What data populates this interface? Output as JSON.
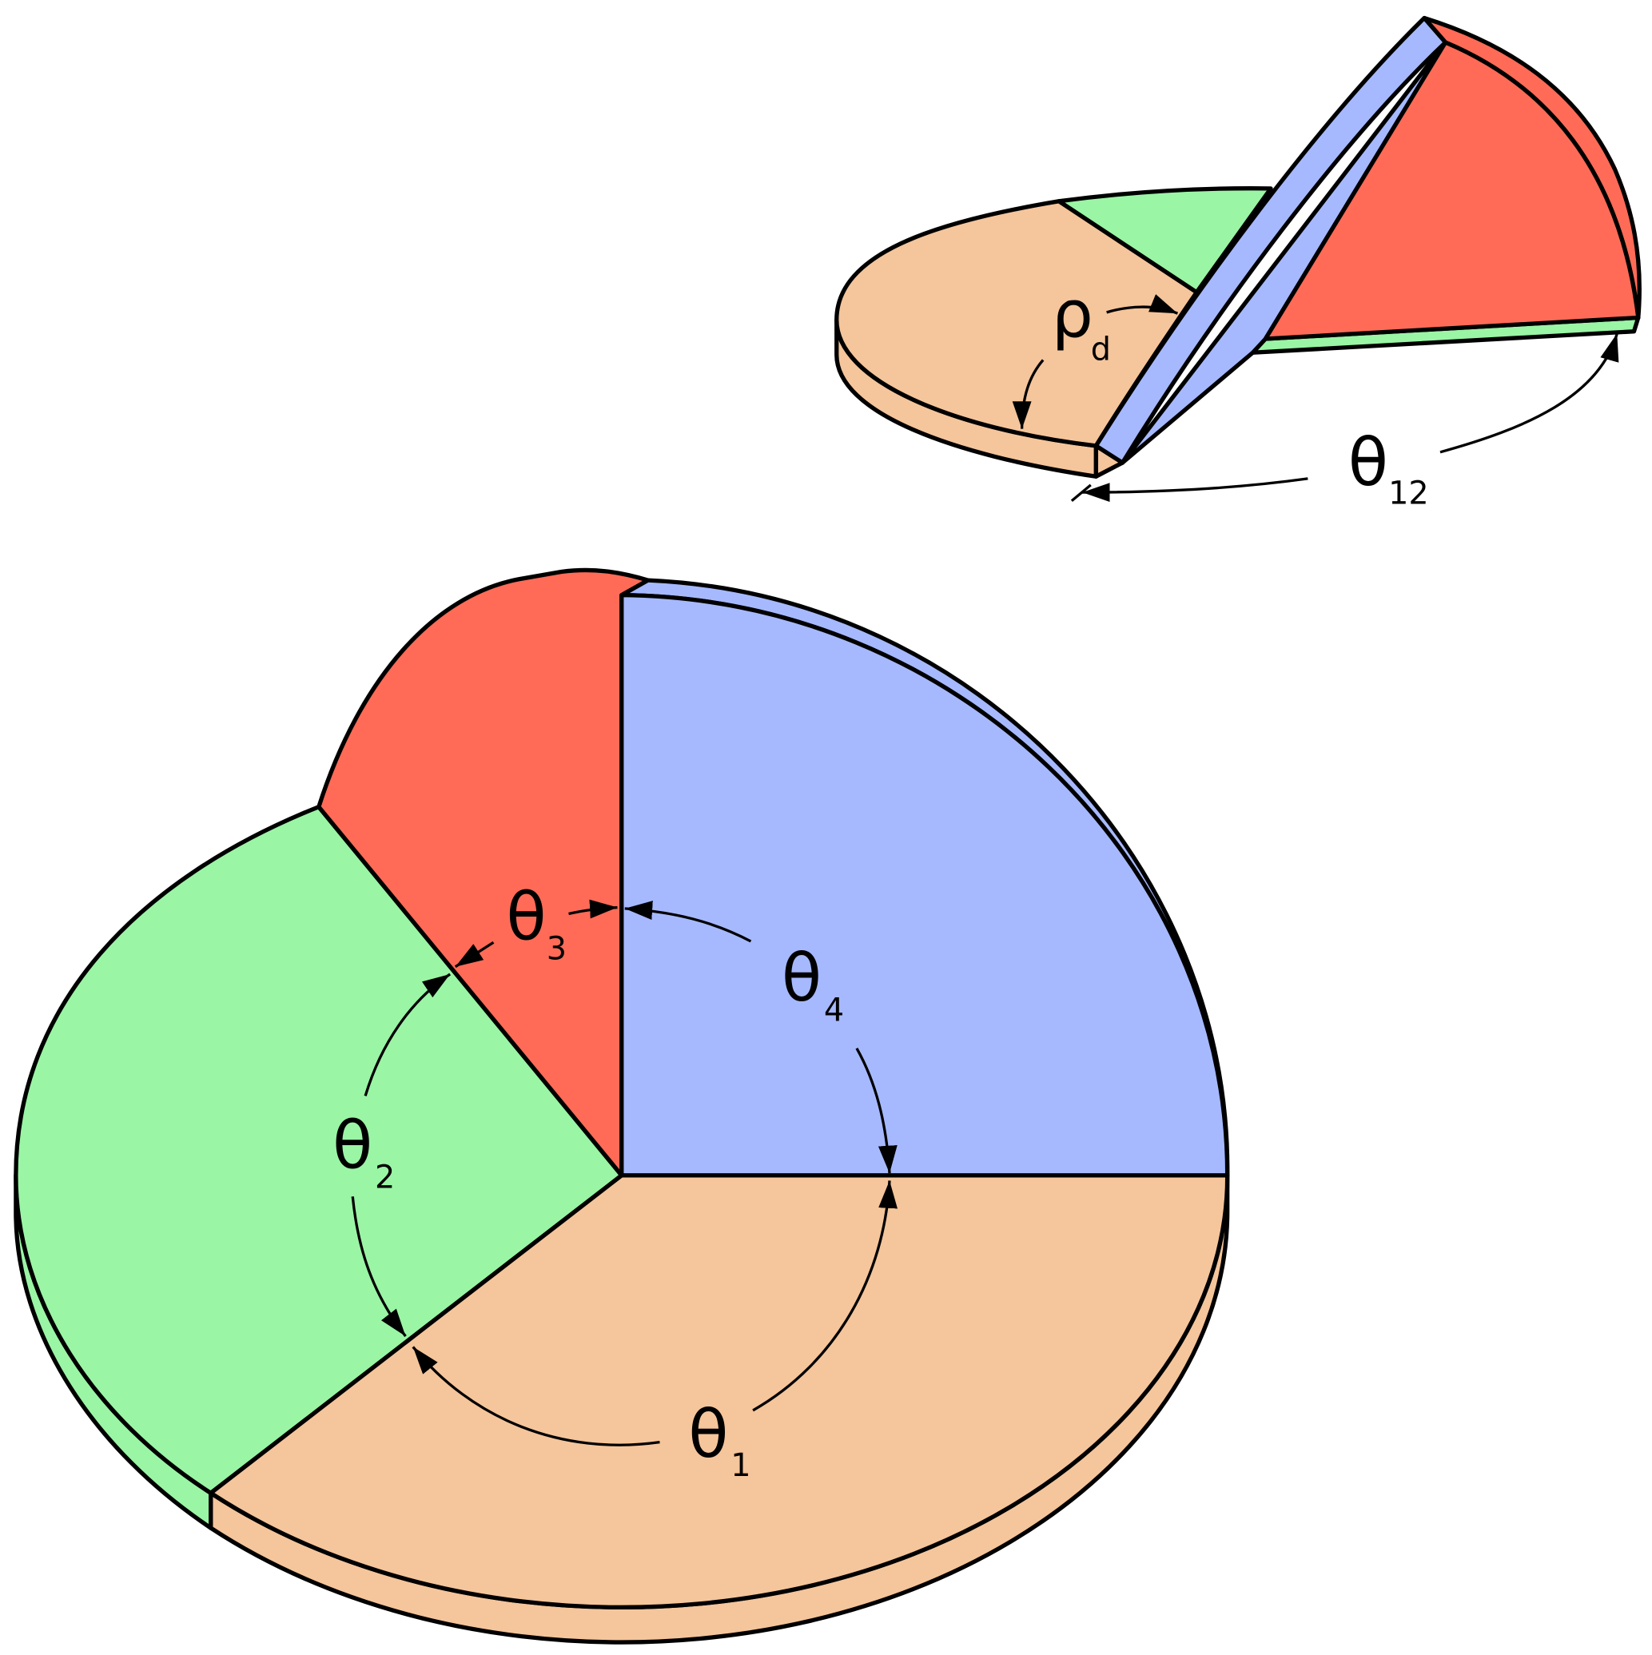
{
  "colors": {
    "peach": "#F5C59B",
    "green": "#9AF5A5",
    "blue": "#A6B9FF",
    "red": "#FF6B57"
  },
  "labels": {
    "theta1": {
      "main": "θ",
      "sub": "1"
    },
    "theta2": {
      "main": "θ",
      "sub": "2"
    },
    "theta3": {
      "main": "θ",
      "sub": "3"
    },
    "theta4": {
      "main": "θ",
      "sub": "4"
    },
    "theta12": {
      "main": "θ",
      "sub": "12"
    },
    "rho_d": {
      "main": "ρ",
      "sub": "d"
    }
  }
}
